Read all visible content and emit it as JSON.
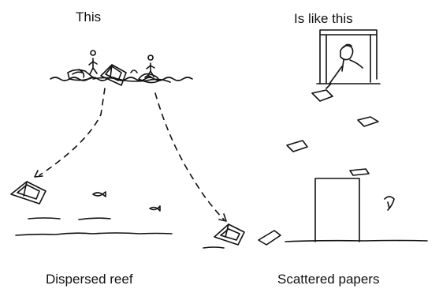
{
  "labels": {
    "top_left": "This",
    "top_right": "Is like this",
    "bottom_left": "Dispersed reef",
    "bottom_right": "Scattered papers"
  },
  "colors": {
    "ink": "#111111",
    "background": "#ffffff"
  }
}
